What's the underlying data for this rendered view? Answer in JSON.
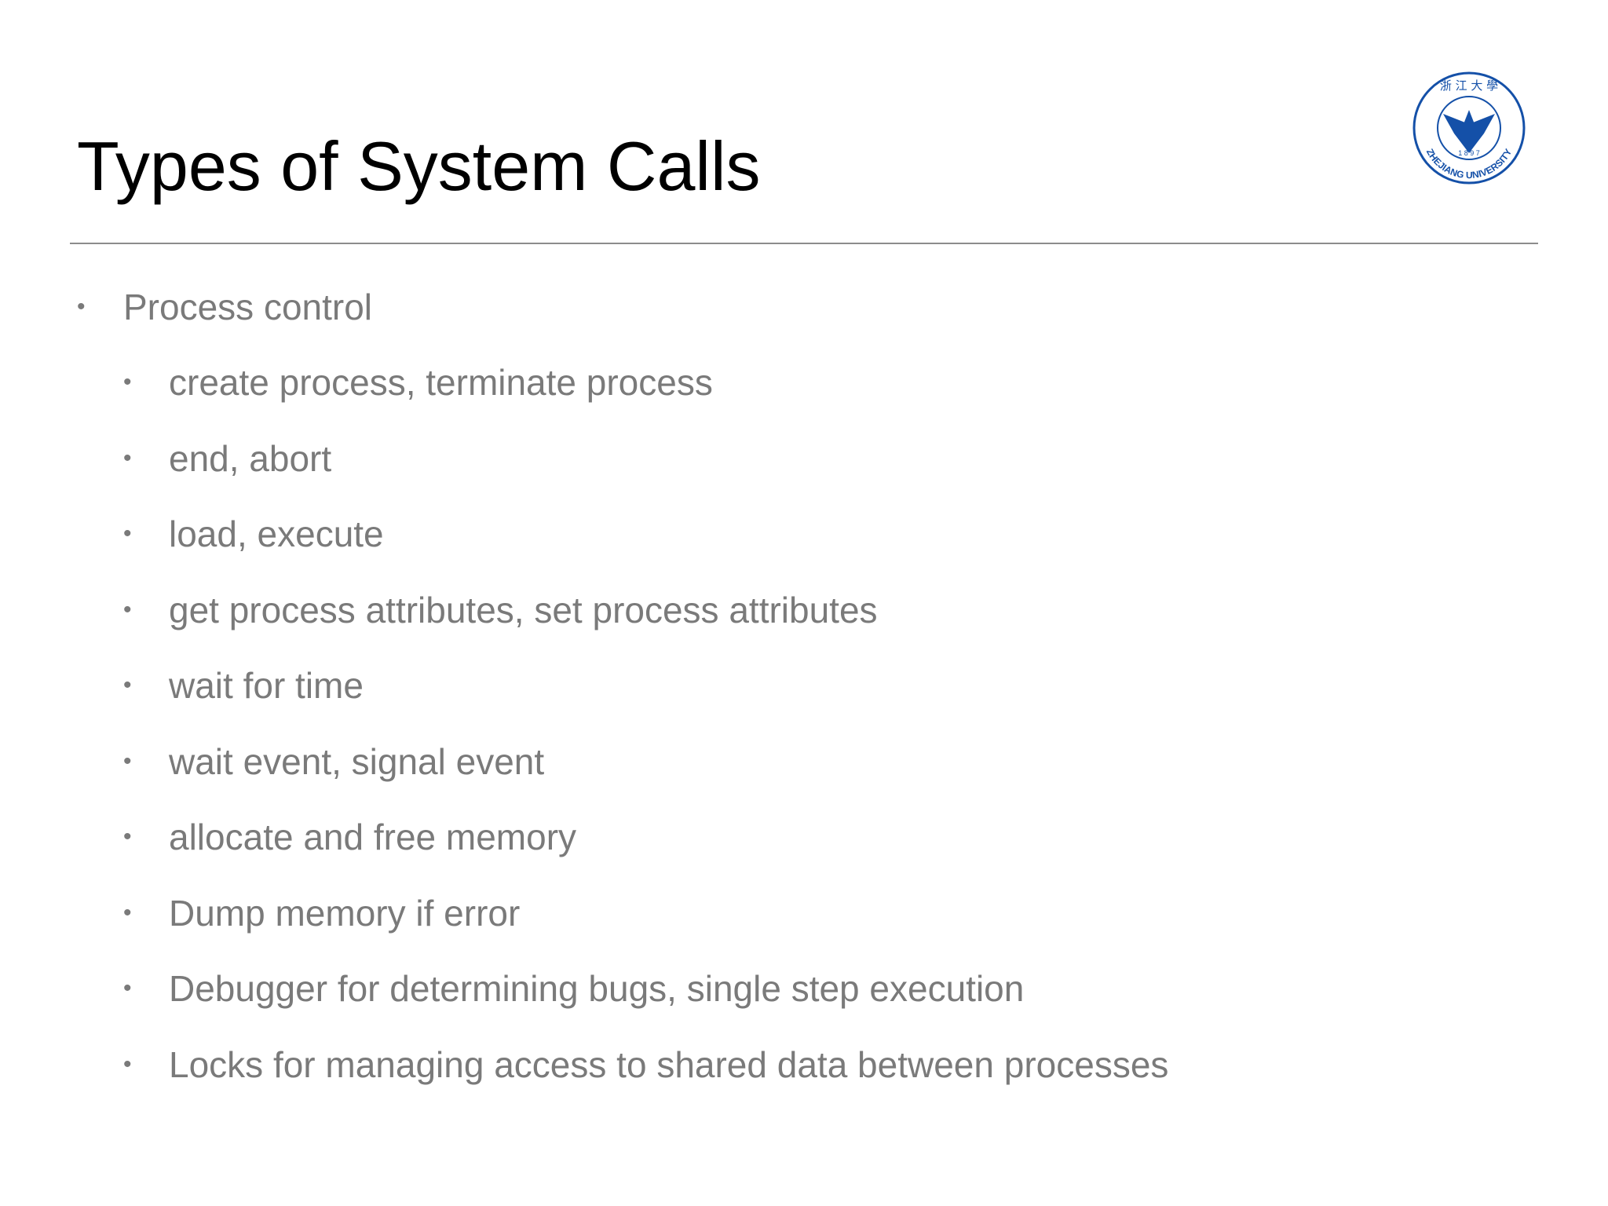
{
  "slide": {
    "title": "Types of System Calls",
    "logo": {
      "text_top": "浙江大學",
      "text_bottom": "ZHEJIANG UNIVERSITY",
      "year": "1897",
      "color": "#1450a8"
    },
    "bullet_glyph": "•",
    "level1": "Process control",
    "level2": [
      "create process, terminate process",
      "end, abort",
      "load, execute",
      "get process attributes, set process attributes",
      "wait for time",
      "wait event, signal event",
      "allocate and free memory",
      "Dump memory if error",
      "Debugger for determining bugs, single step execution",
      "Locks for managing access to shared data between processes"
    ]
  }
}
